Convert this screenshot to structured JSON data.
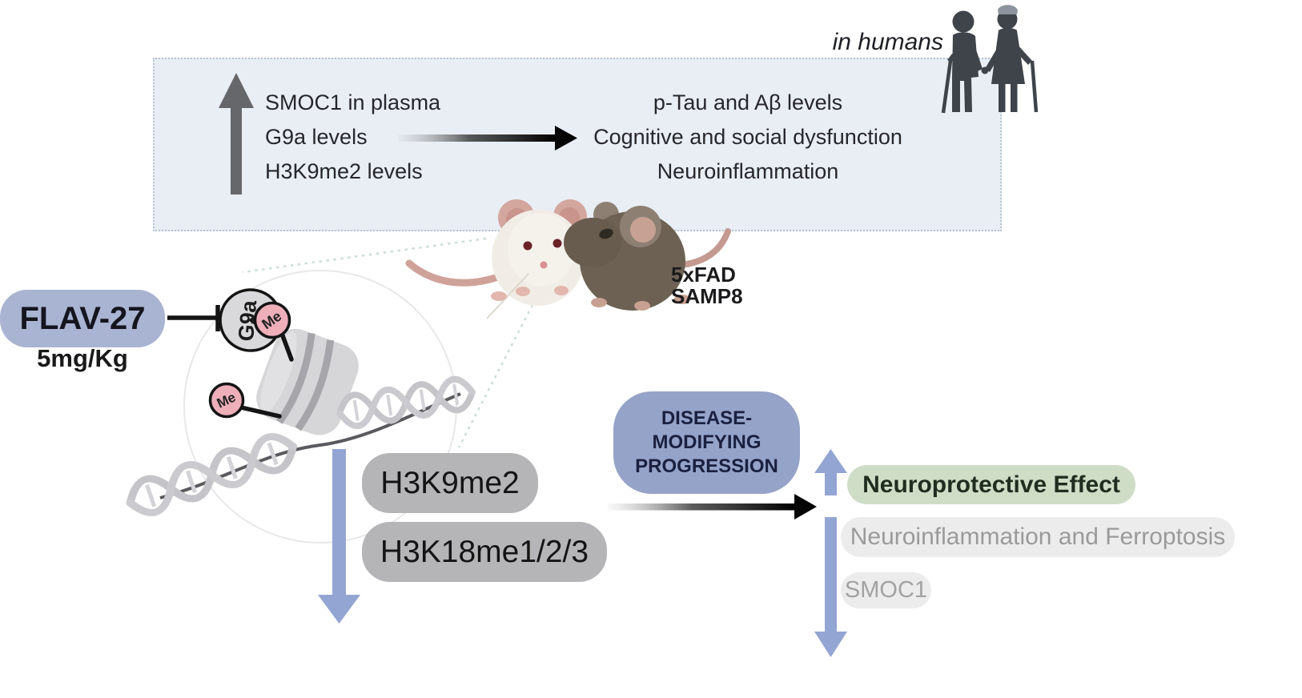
{
  "human_panel": {
    "context_label": "in humans",
    "increased_items": [
      "SMOC1 in plasma",
      "G9a levels",
      "H3K9me2 levels"
    ],
    "outcome_items": [
      "p-Tau and Aβ levels",
      "Cognitive and social dysfunction",
      "Neuroinflammation"
    ]
  },
  "mouse_models": {
    "model_1": "5xFAD",
    "model_2": "SAMP8"
  },
  "treatment": {
    "name": "FLAV-27",
    "dose": "5mg/Kg"
  },
  "chromatin": {
    "enzyme_label": "G9a",
    "methyl_label": "Me",
    "reduced_marks": [
      "H3K9me2",
      "H3K18me1/2/3"
    ]
  },
  "outcomes": {
    "progression_lines": [
      "DISEASE-",
      "MODIFYING",
      "PROGRESSION"
    ],
    "increased_effect": "Neuroprotective Effect",
    "decreased_effects": [
      "Neuroinflammation and Ferroptosis",
      "SMOC1"
    ]
  },
  "colors": {
    "panel_bg": "#e9eef5",
    "panel_border": "#b6c3d3",
    "treatment_pill": "#a9b4d2",
    "disease_pill": "#96a3c8",
    "arrow_blue": "#93a5d2",
    "arrow_gray": "#66676b",
    "mark_pill_gray": "#b5b5b7",
    "outcome_green": "#cfddc7",
    "outcome_gray": "#ececec",
    "methyl_pink": "#eeafba"
  }
}
